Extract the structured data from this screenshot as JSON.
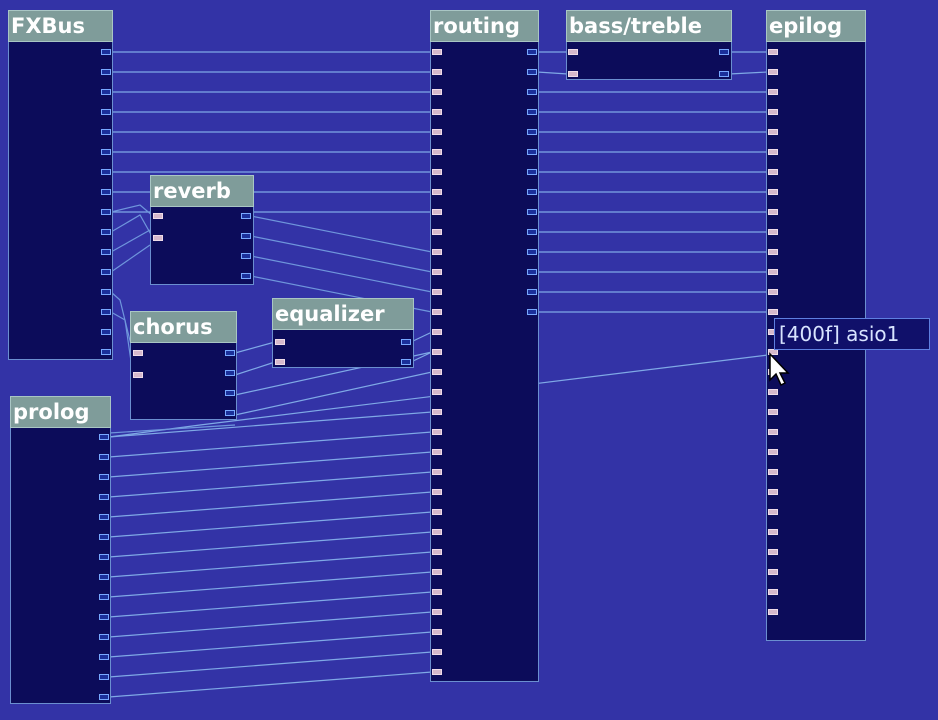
{
  "modules": {
    "fxbus": {
      "title": "FXBus"
    },
    "routing": {
      "title": "routing"
    },
    "bass_treble": {
      "title": "bass/treble"
    },
    "epilog": {
      "title": "epilog"
    },
    "reverb": {
      "title": "reverb"
    },
    "chorus": {
      "title": "chorus"
    },
    "equalizer": {
      "title": "equalizer"
    },
    "prolog": {
      "title": "prolog"
    }
  },
  "tooltip": {
    "text": "[400f] asio1"
  },
  "colors": {
    "background": "#3333a6",
    "module_body": "#0c0c5a",
    "title_bar": "#7f9c9a",
    "wire": "#7fa9e6",
    "input_port": "#d6b9cc",
    "output_port": "#1a2f9a"
  },
  "icons": {
    "cursor": "mouse-pointer-icon"
  }
}
